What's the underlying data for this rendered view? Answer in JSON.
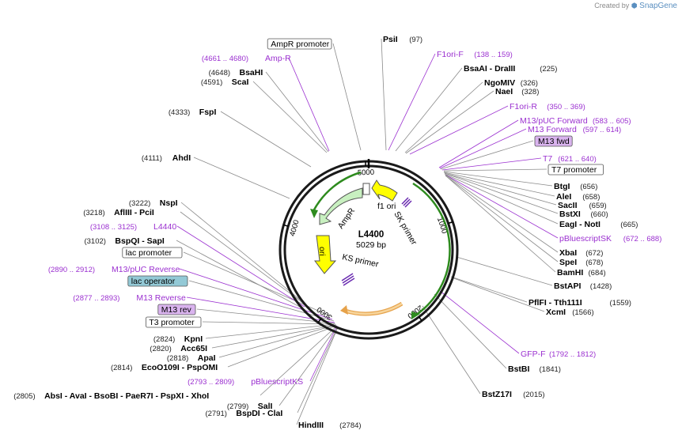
{
  "credit": {
    "prefix": "Created by",
    "brand": "SnapGene"
  },
  "plasmid": {
    "name": "L4400",
    "size_label": "5029 bp",
    "length": 5029
  },
  "colors": {
    "backbone": "#1a1a1a",
    "feature_label": "#9b30d0",
    "primer_box": "#d9b3ee",
    "operator_box": "#93c9d6",
    "ampr": "#c8f0c0",
    "ori": "#ffff00",
    "f1ori": "#ffff00",
    "gfp": "#f7c77c",
    "green_arc": "#2e8b1e"
  },
  "ticks": [
    {
      "label": "1000",
      "bp": 1000
    },
    {
      "label": "2000",
      "bp": 2000
    },
    {
      "label": "3000",
      "bp": 3000
    },
    {
      "label": "4000",
      "bp": 4000
    },
    {
      "label": "5000",
      "bp": 5000
    }
  ],
  "inner_features": [
    {
      "label": "f1 ori"
    },
    {
      "label": "AmpR"
    },
    {
      "label": "ori"
    },
    {
      "label": "SK primer"
    },
    {
      "label": "KS primer"
    }
  ],
  "sites": [
    {
      "kind": "enzyme",
      "name": "PsiI",
      "pos": "(97)"
    },
    {
      "kind": "feature",
      "name": "F1ori-F",
      "pos": "(138 .. 159)"
    },
    {
      "kind": "enzyme",
      "name": "BsaAI - DraIII",
      "pos": "(225)"
    },
    {
      "kind": "enzyme",
      "name": "NgoMIV",
      "pos": "(326)"
    },
    {
      "kind": "enzyme",
      "name": "NaeI",
      "pos": "(328)"
    },
    {
      "kind": "feature",
      "name": "F1ori-R",
      "pos": "(350 .. 369)"
    },
    {
      "kind": "feature",
      "name": "M13/pUC Forward",
      "pos": "(583 .. 605)"
    },
    {
      "kind": "feature",
      "name": "M13 Forward",
      "pos": "(597 .. 614)"
    },
    {
      "kind": "primerbox",
      "name": "M13 fwd",
      "pos": ""
    },
    {
      "kind": "feature",
      "name": "T7",
      "pos": "(621 .. 640)"
    },
    {
      "kind": "box",
      "name": "T7 promoter",
      "pos": ""
    },
    {
      "kind": "enzyme",
      "name": "BtgI",
      "pos": "(656)"
    },
    {
      "kind": "enzyme",
      "name": "AleI",
      "pos": "(658)"
    },
    {
      "kind": "enzyme",
      "name": "SacII",
      "pos": "(659)"
    },
    {
      "kind": "enzyme",
      "name": "BstXI",
      "pos": "(660)"
    },
    {
      "kind": "enzyme",
      "name": "EagI - NotI",
      "pos": "(665)"
    },
    {
      "kind": "feature",
      "name": "pBluescriptSK",
      "pos": "(672 .. 688)"
    },
    {
      "kind": "enzyme",
      "name": "XbaI",
      "pos": "(672)"
    },
    {
      "kind": "enzyme",
      "name": "SpeI",
      "pos": "(678)"
    },
    {
      "kind": "enzyme",
      "name": "BamHI",
      "pos": "(684)"
    },
    {
      "kind": "enzyme",
      "name": "BstAPI",
      "pos": "(1428)"
    },
    {
      "kind": "enzyme",
      "name": "PflFI - Tth111I",
      "pos": "(1559)"
    },
    {
      "kind": "enzyme",
      "name": "XcmI",
      "pos": "(1566)"
    },
    {
      "kind": "feature",
      "name": "GFP-F",
      "pos": "(1792 .. 1812)"
    },
    {
      "kind": "enzyme",
      "name": "BstBI",
      "pos": "(1841)"
    },
    {
      "kind": "enzyme",
      "name": "BstZ17I",
      "pos": "(2015)"
    },
    {
      "kind": "enzyme",
      "name": "HindIII",
      "pos": "(2784)"
    },
    {
      "kind": "enzyme",
      "name": "BspDI - ClaI",
      "pos": "(2791)"
    },
    {
      "kind": "enzyme",
      "name": "SalI",
      "pos": "(2799)"
    },
    {
      "kind": "enzyme",
      "name": "AbsI - AvaI - BsoBI - PaeR7I - PspXI - XhoI",
      "pos": "(2805)"
    },
    {
      "kind": "feature",
      "name": "pBluescriptKS",
      "pos": "(2793 .. 2809)"
    },
    {
      "kind": "enzyme",
      "name": "EcoO109I - PspOMI",
      "pos": "(2814)"
    },
    {
      "kind": "enzyme",
      "name": "ApaI",
      "pos": "(2818)"
    },
    {
      "kind": "enzyme",
      "name": "Acc65I",
      "pos": "(2820)"
    },
    {
      "kind": "enzyme",
      "name": "KpnI",
      "pos": "(2824)"
    },
    {
      "kind": "box",
      "name": "T3 promoter",
      "pos": ""
    },
    {
      "kind": "primerbox",
      "name": "M13 rev",
      "pos": ""
    },
    {
      "kind": "feature",
      "name": "M13 Reverse",
      "pos": "(2877 .. 2893)"
    },
    {
      "kind": "operatorbox",
      "name": "lac operator",
      "pos": ""
    },
    {
      "kind": "feature",
      "name": "M13/pUC Reverse",
      "pos": "(2890 .. 2912)"
    },
    {
      "kind": "box",
      "name": "lac promoter",
      "pos": ""
    },
    {
      "kind": "enzyme",
      "name": "BspQI - SapI",
      "pos": "(3102)"
    },
    {
      "kind": "feature",
      "name": "L4440",
      "pos": "(3108 .. 3125)"
    },
    {
      "kind": "enzyme",
      "name": "AflIII - PciI",
      "pos": "(3218)"
    },
    {
      "kind": "enzyme",
      "name": "NspI",
      "pos": "(3222)"
    },
    {
      "kind": "enzyme",
      "name": "AhdI",
      "pos": "(4111)"
    },
    {
      "kind": "enzyme",
      "name": "FspI",
      "pos": "(4333)"
    },
    {
      "kind": "enzyme",
      "name": "ScaI",
      "pos": "(4591)"
    },
    {
      "kind": "enzyme",
      "name": "BsaHI",
      "pos": "(4648)"
    },
    {
      "kind": "feature",
      "name": "Amp-R",
      "pos": "(4661 .. 4680)"
    },
    {
      "kind": "box",
      "name": "AmpR promoter",
      "pos": ""
    }
  ]
}
